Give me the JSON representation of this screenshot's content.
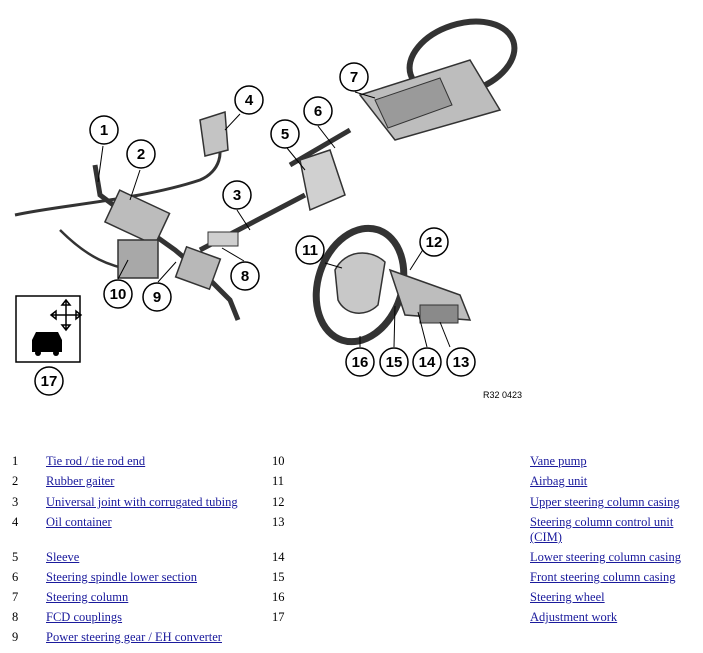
{
  "diagram": {
    "callouts": [
      "1",
      "2",
      "3",
      "4",
      "5",
      "6",
      "7",
      "8",
      "9",
      "10",
      "11",
      "12",
      "13",
      "14",
      "15",
      "16",
      "17"
    ],
    "reference_code": "R32 0423"
  },
  "legend": {
    "items": [
      {
        "num": "1",
        "label": "Tie rod / tie rod end"
      },
      {
        "num": "2",
        "label": "Rubber gaiter"
      },
      {
        "num": "3",
        "label": "Universal joint with corrugated tubing"
      },
      {
        "num": "4",
        "label": "Oil container"
      },
      {
        "num": "5",
        "label": "Sleeve"
      },
      {
        "num": "6",
        "label": "Steering spindle lower section"
      },
      {
        "num": "7",
        "label": "Steering column"
      },
      {
        "num": "8",
        "label": "FCD couplings"
      },
      {
        "num": "9",
        "label": "Power steering gear / EH converter"
      },
      {
        "num": "10",
        "label": "Vane pump"
      },
      {
        "num": "11",
        "label": "Airbag unit"
      },
      {
        "num": "12",
        "label": "Upper steering column casing"
      },
      {
        "num": "13",
        "label": "Steering column control unit (CIM)"
      },
      {
        "num": "14",
        "label": "Lower steering column casing"
      },
      {
        "num": "15",
        "label": "Front steering column casing"
      },
      {
        "num": "16",
        "label": "Steering wheel"
      },
      {
        "num": "17",
        "label": "Adjustment work"
      }
    ]
  }
}
